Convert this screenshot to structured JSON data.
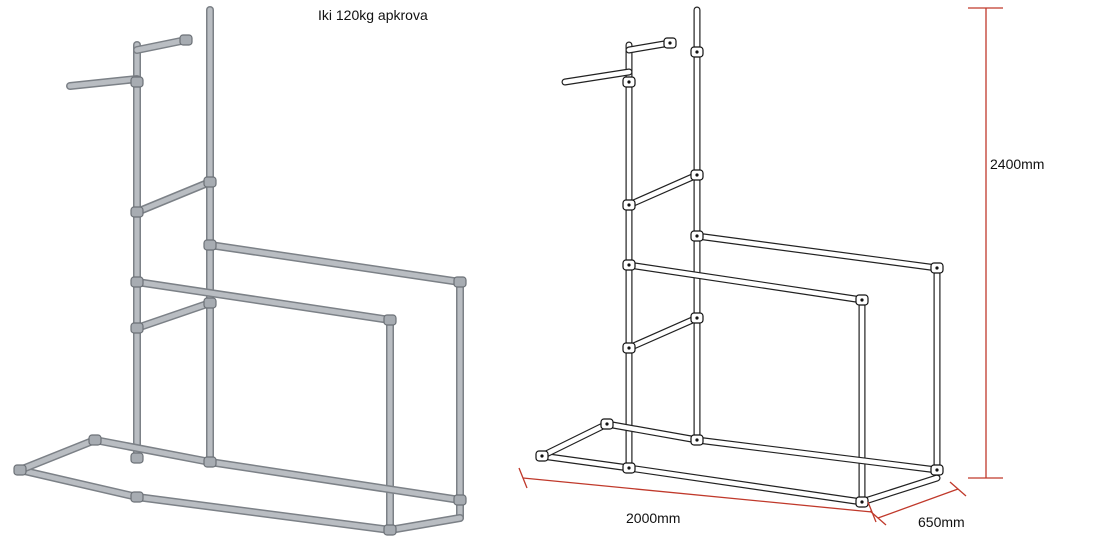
{
  "title": "Iki 120kg apkrova",
  "dimensions": {
    "height": "2400mm",
    "length": "2000mm",
    "depth": "650mm"
  },
  "colors": {
    "dimension_line": "#c0392b",
    "shaded_tube": "#b9bdc2",
    "shaded_tube_edge": "#7c8187",
    "outline_tube": "#ffffff",
    "outline_stroke": "#222222"
  }
}
